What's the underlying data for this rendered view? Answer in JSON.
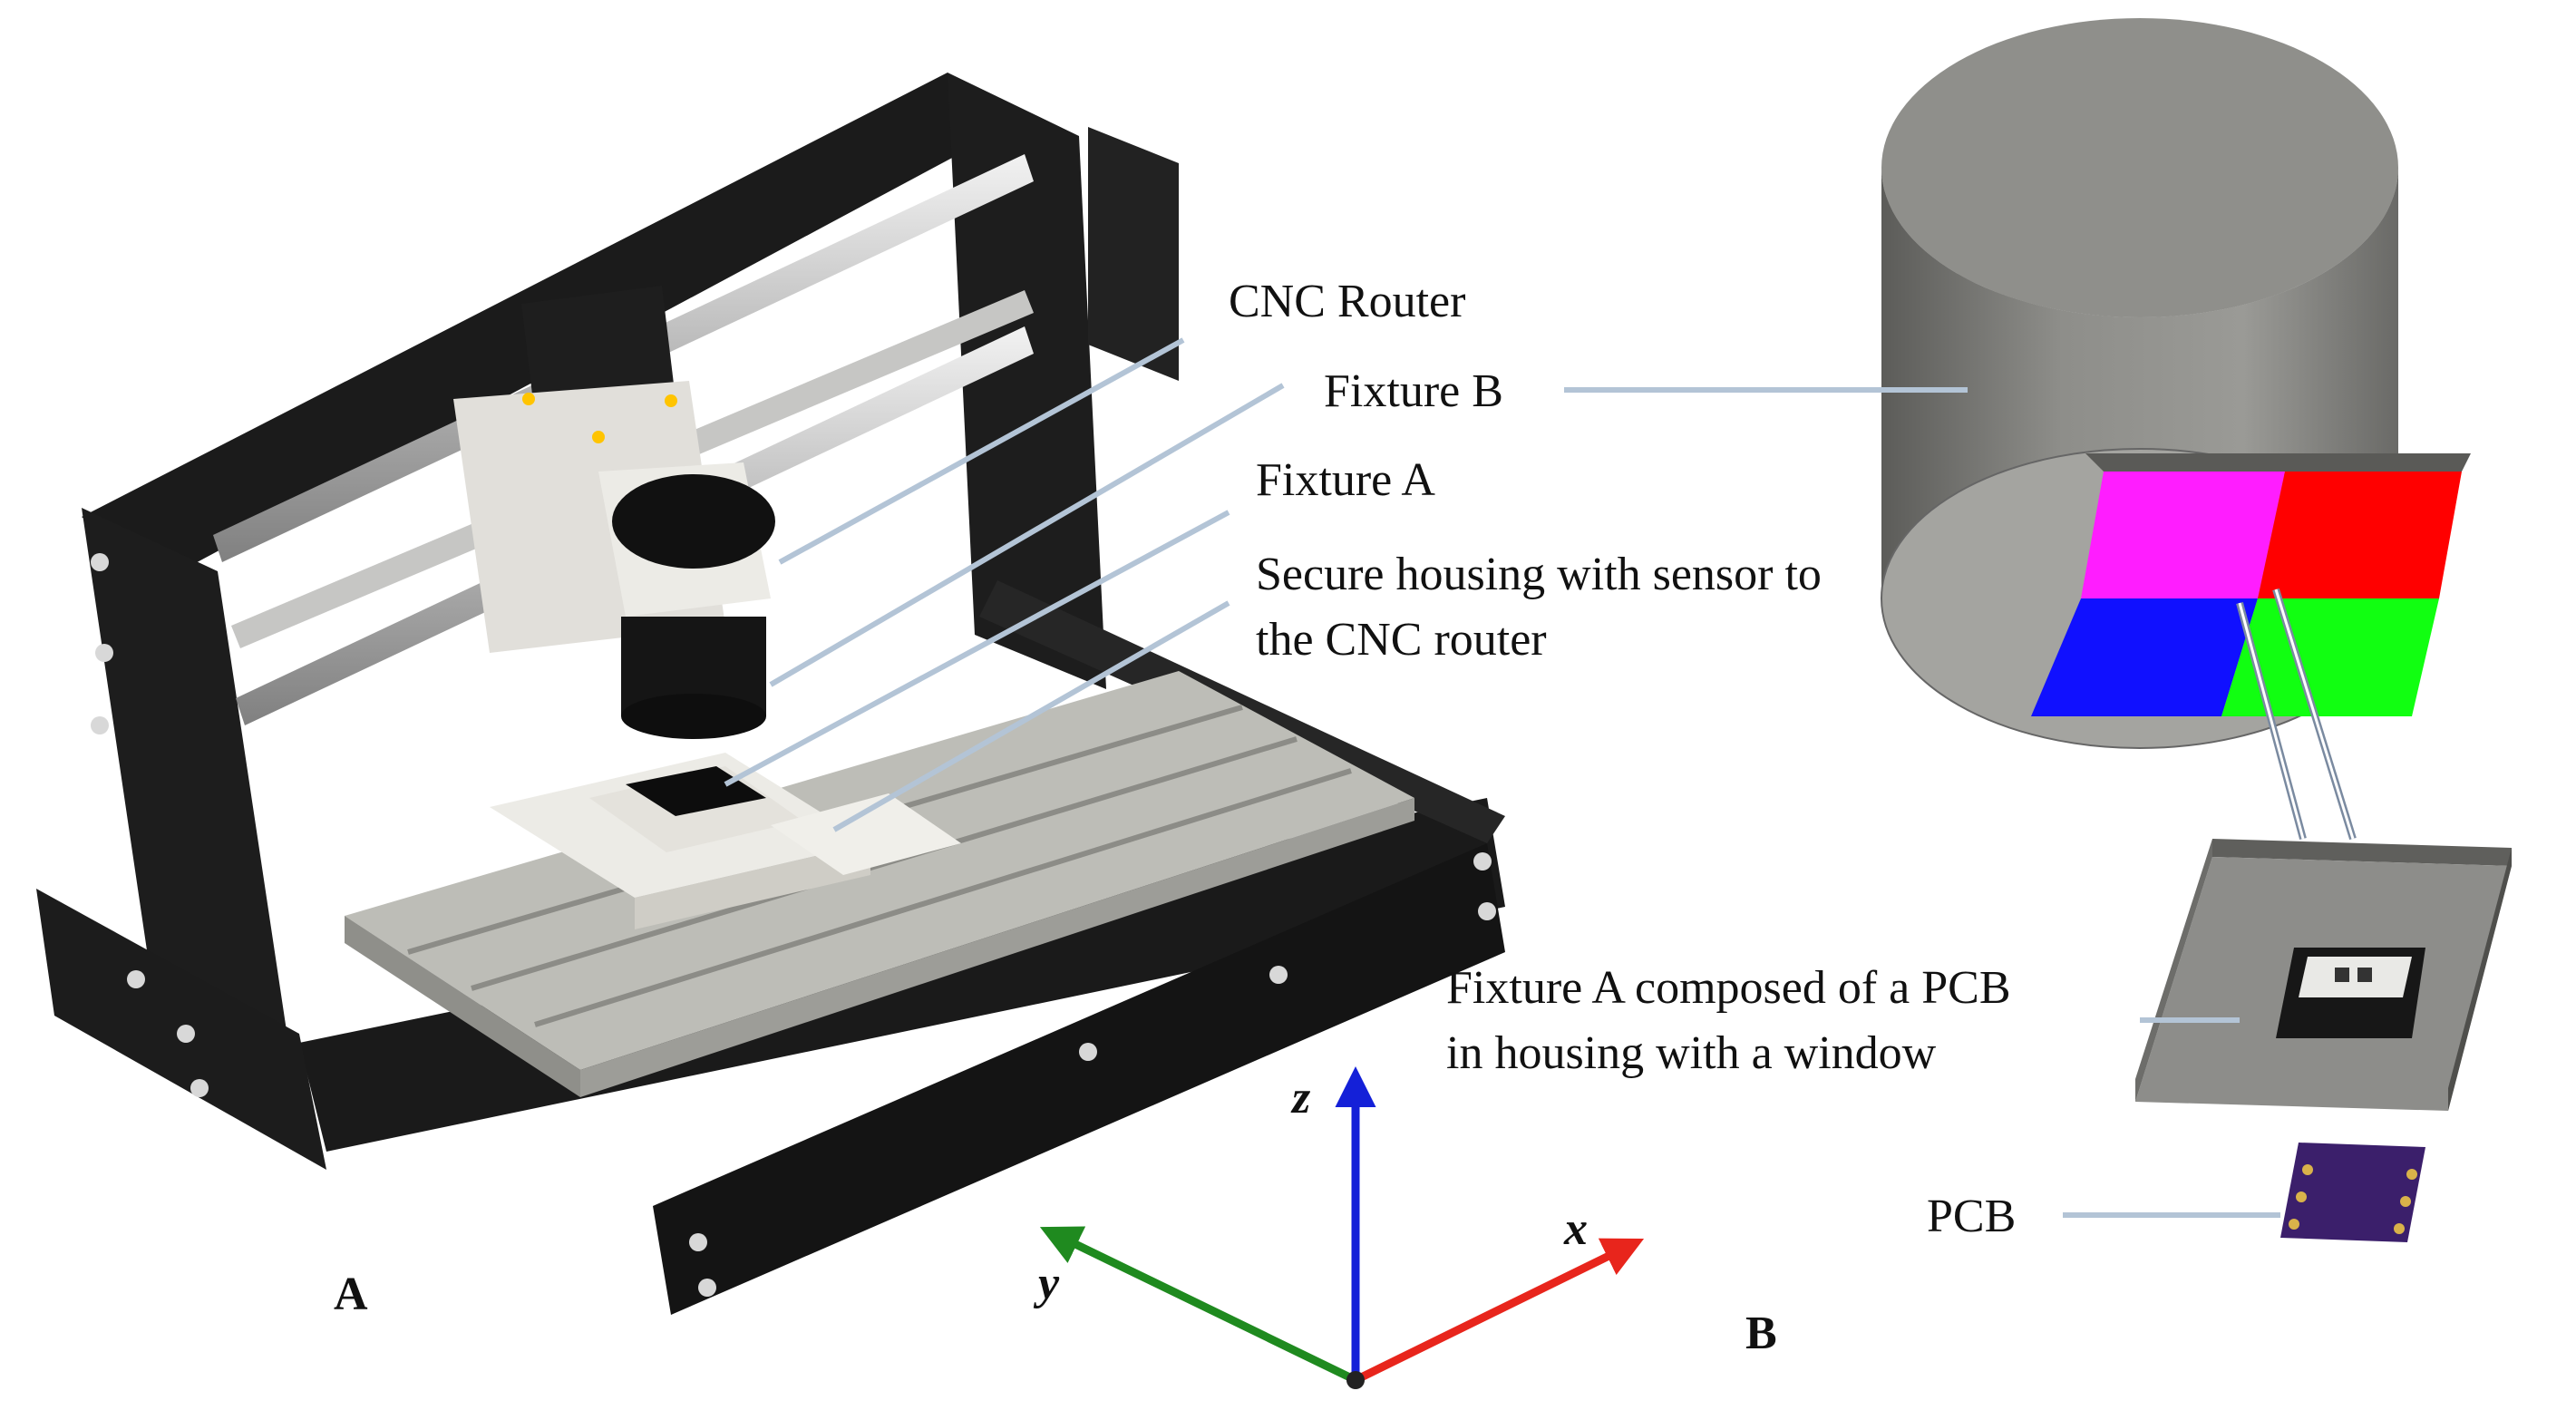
{
  "labels": {
    "cnc_router": "CNC Router",
    "fixture_b": "Fixture B",
    "fixture_a": "Fixture A",
    "secure_line1": "Secure housing with sensor to",
    "secure_line2": "the CNC router",
    "fixture_a_desc_line1": "Fixture A composed of a PCB",
    "fixture_a_desc_line2": "in housing with a window",
    "pcb": "PCB"
  },
  "panels": {
    "a": "A",
    "b": "B"
  },
  "axes": {
    "x": "x",
    "y": "y",
    "z": "z"
  },
  "colors": {
    "frame": "#1b1b1b",
    "bed": "#bdbdb7",
    "fixture_white": "#e9e6df",
    "cylinder": "#7d7d7a",
    "housing": "#8d8d8a",
    "leader": "#b3c4d6",
    "axis_x": "#e8251c",
    "axis_y": "#1f8a1f",
    "axis_z": "#1420d8",
    "sensor_magenta": "#ff1dff",
    "sensor_red": "#ff0000",
    "sensor_blue": "#1010ff",
    "sensor_green": "#11ff11",
    "pcb": "#3b1f6b"
  }
}
